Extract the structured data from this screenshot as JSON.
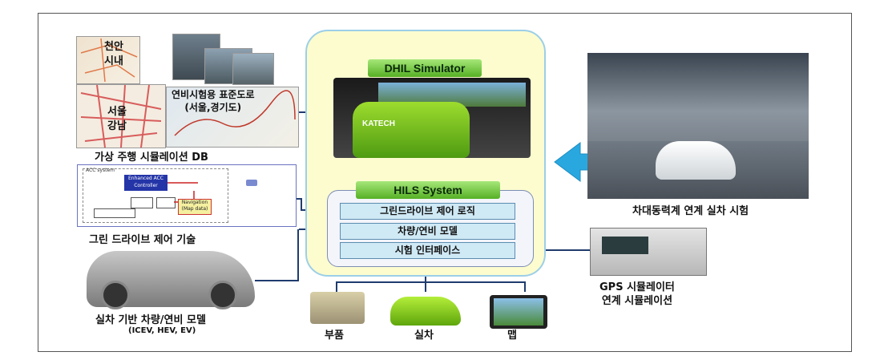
{
  "db": {
    "city1": "천안\n시내",
    "city2": "서울\n강남",
    "road": "연비시험용 표준도로\n(서울,경기도)",
    "caption": "가상 주행 시뮬레이션 DB"
  },
  "control": {
    "acc_system": "ACC system",
    "enhanced_acc": "Enhanced ACC\nController",
    "navigation": "Navigation\n(Map data)",
    "caption": "그린 드라이브 제어 기술"
  },
  "vehicle_model": {
    "caption": "실차 기반 차량/연비 모델",
    "subcaption": "(ICEV, HEV, EV)"
  },
  "dhil": {
    "title": "DHIL Simulator",
    "seat_logo": "KATECH"
  },
  "hils": {
    "title": "HILS System",
    "rows": [
      "그린드라이브 제어 로직",
      "차량/연비 모델",
      "시험 인터페이스"
    ]
  },
  "bottom": {
    "parts": "부품",
    "car": "실차",
    "map": "맵"
  },
  "dyno": {
    "caption": "차대동력계 연계 실차 시험"
  },
  "gps": {
    "caption": "GPS 시뮬레이터\n연계 시뮬레이션"
  },
  "colors": {
    "panel": "#fcfccf",
    "green": "#56b024",
    "arrow": "#29a8e0",
    "line": "#1f3c6e"
  }
}
